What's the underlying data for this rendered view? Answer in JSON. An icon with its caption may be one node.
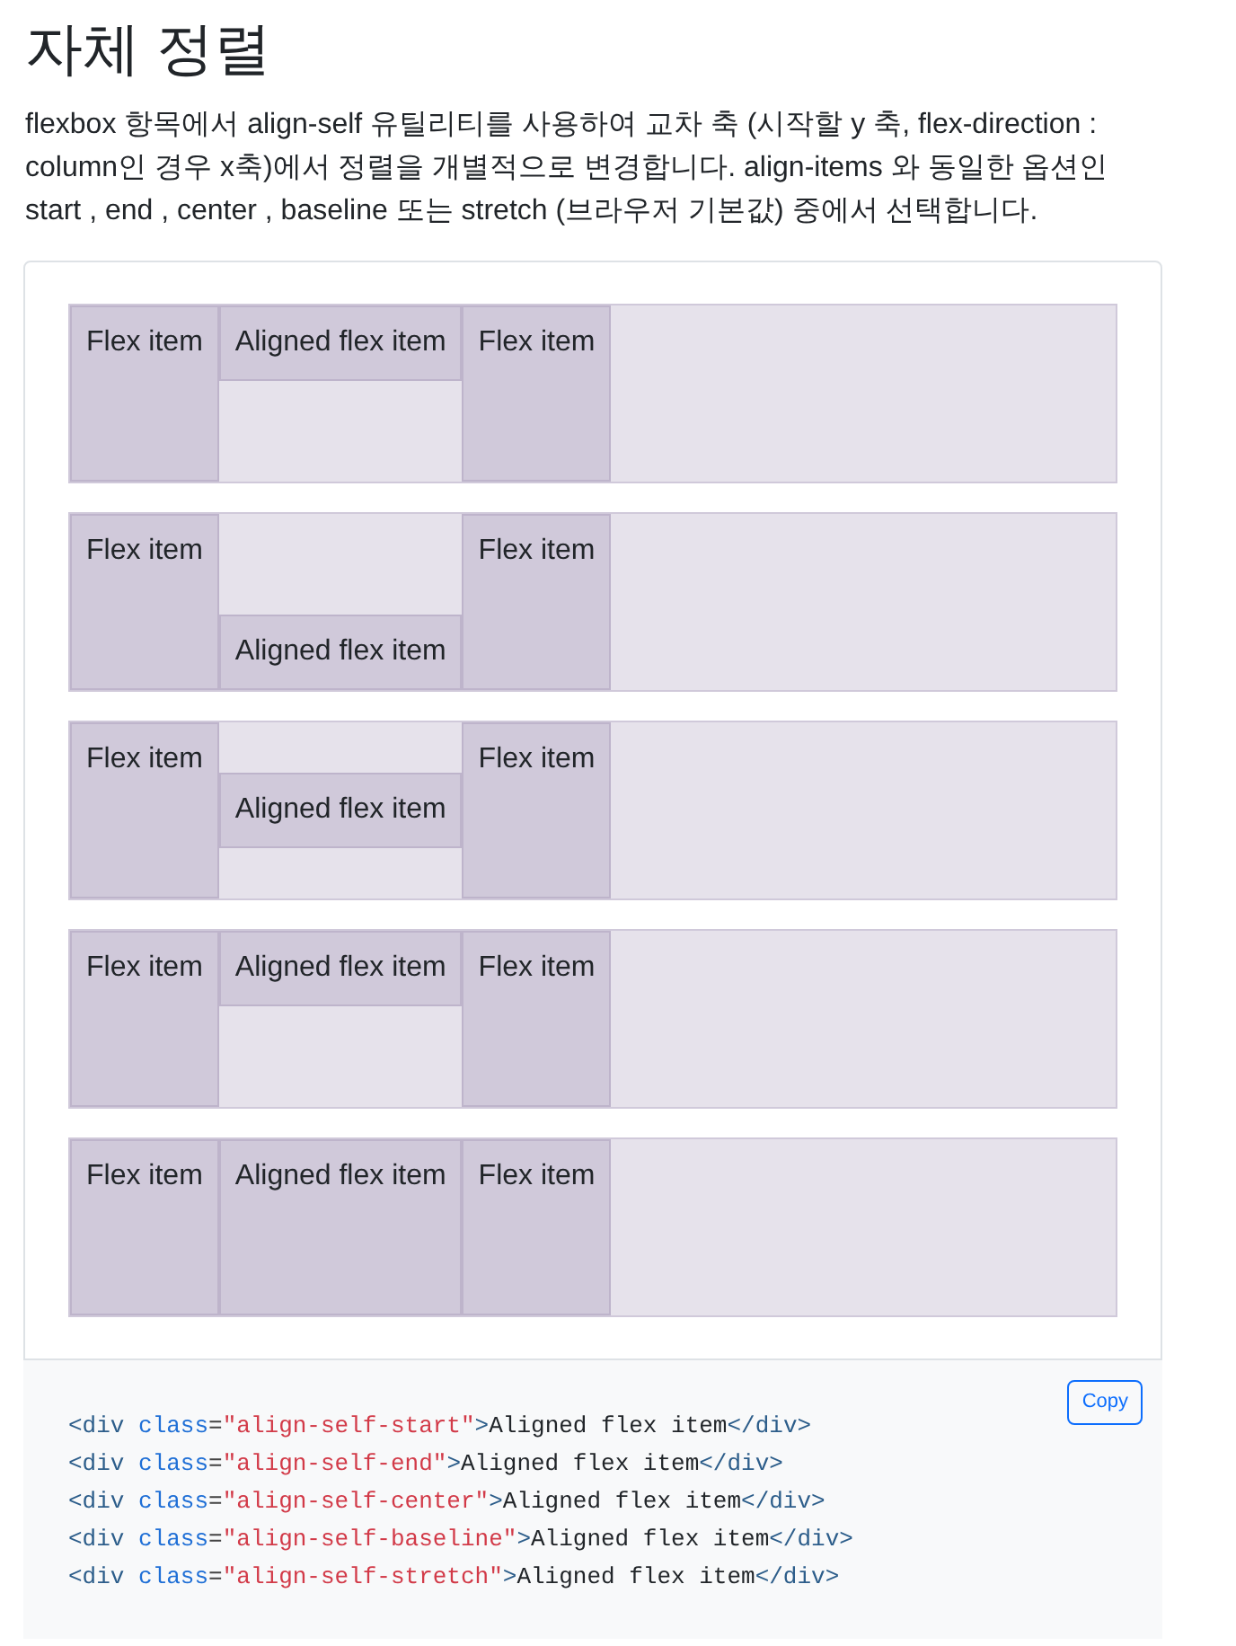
{
  "diagram": {
    "title": "자체 정렬",
    "nodes": [
      {
        "text": [],
        "shape": "box"
      },
      {
        "text": [],
        "shape": "box",
        "in": 0
      },
      {
        "text": [
          "Flex item"
        ],
        "in": 1
      },
      {
        "text": [
          "Aligned flex item"
        ],
        "in": 1
      },
      {
        "text": [
          "Flex item"
        ],
        "in": 1
      },
      {
        "text": [],
        "shape": "box",
        "in": 0
      },
      {
        "text": [
          "Flex item"
        ],
        "in": 5
      },
      {
        "text": [
          "Aligned flex item"
        ],
        "in": 5
      },
      {
        "text": [
          "Flex item"
        ],
        "in": 5
      },
      {
        "text": [],
        "shape": "box",
        "in": 0
      },
      {
        "text": [
          "Flex item"
        ],
        "in": 9
      },
      {
        "text": [
          "Aligned flex item"
        ],
        "in": 9
      },
      {
        "text": [
          "Flex item"
        ],
        "in": 9
      },
      {
        "text": [],
        "shape": "box",
        "in": 0
      },
      {
        "text": [
          "Flex item"
        ],
        "in": 13
      },
      {
        "text": [
          "Aligned flex item"
        ],
        "in": 13
      },
      {
        "text": [
          "Flex item"
        ],
        "in": 13
      },
      {
        "text": [],
        "shape": "box",
        "in": 0
      },
      {
        "text": [
          "Flex item"
        ],
        "in": 17
      },
      {
        "text": [
          "Aligned flex item"
        ],
        "in": 17
      },
      {
        "text": [
          "Flex item"
        ],
        "in": 17
      },
      {
        "text": [
          "<div class=\"align-self-start\">Aligned flex item</div>",
          "<div class=\"align-self-end\">Aligned flex item</div>",
          "<div class=\"align-self-center\">Aligned flex item</div>",
          "<div class=\"align-self-baseline\">Aligned flex item</div>",
          "<div class=\"align-self-stretch\">Aligned flex item</div>"
        ]
      },
      {
        "text": [
          "Copy"
        ],
        "in": 21
      }
    ],
    "labels": [
      "flexbox 항목에서 align-self 유틸리티를 사용하여 교차 축 (시작할 y 축, flex-direction : column인 경우 x축)에서 정렬을 개별적으로 변경합니다. align-items 와 동일한 옵션인 start , end , center , baseline 또는 stretch (브라우저 기본값) 중에서 선택합니다."
    ]
  }
}
